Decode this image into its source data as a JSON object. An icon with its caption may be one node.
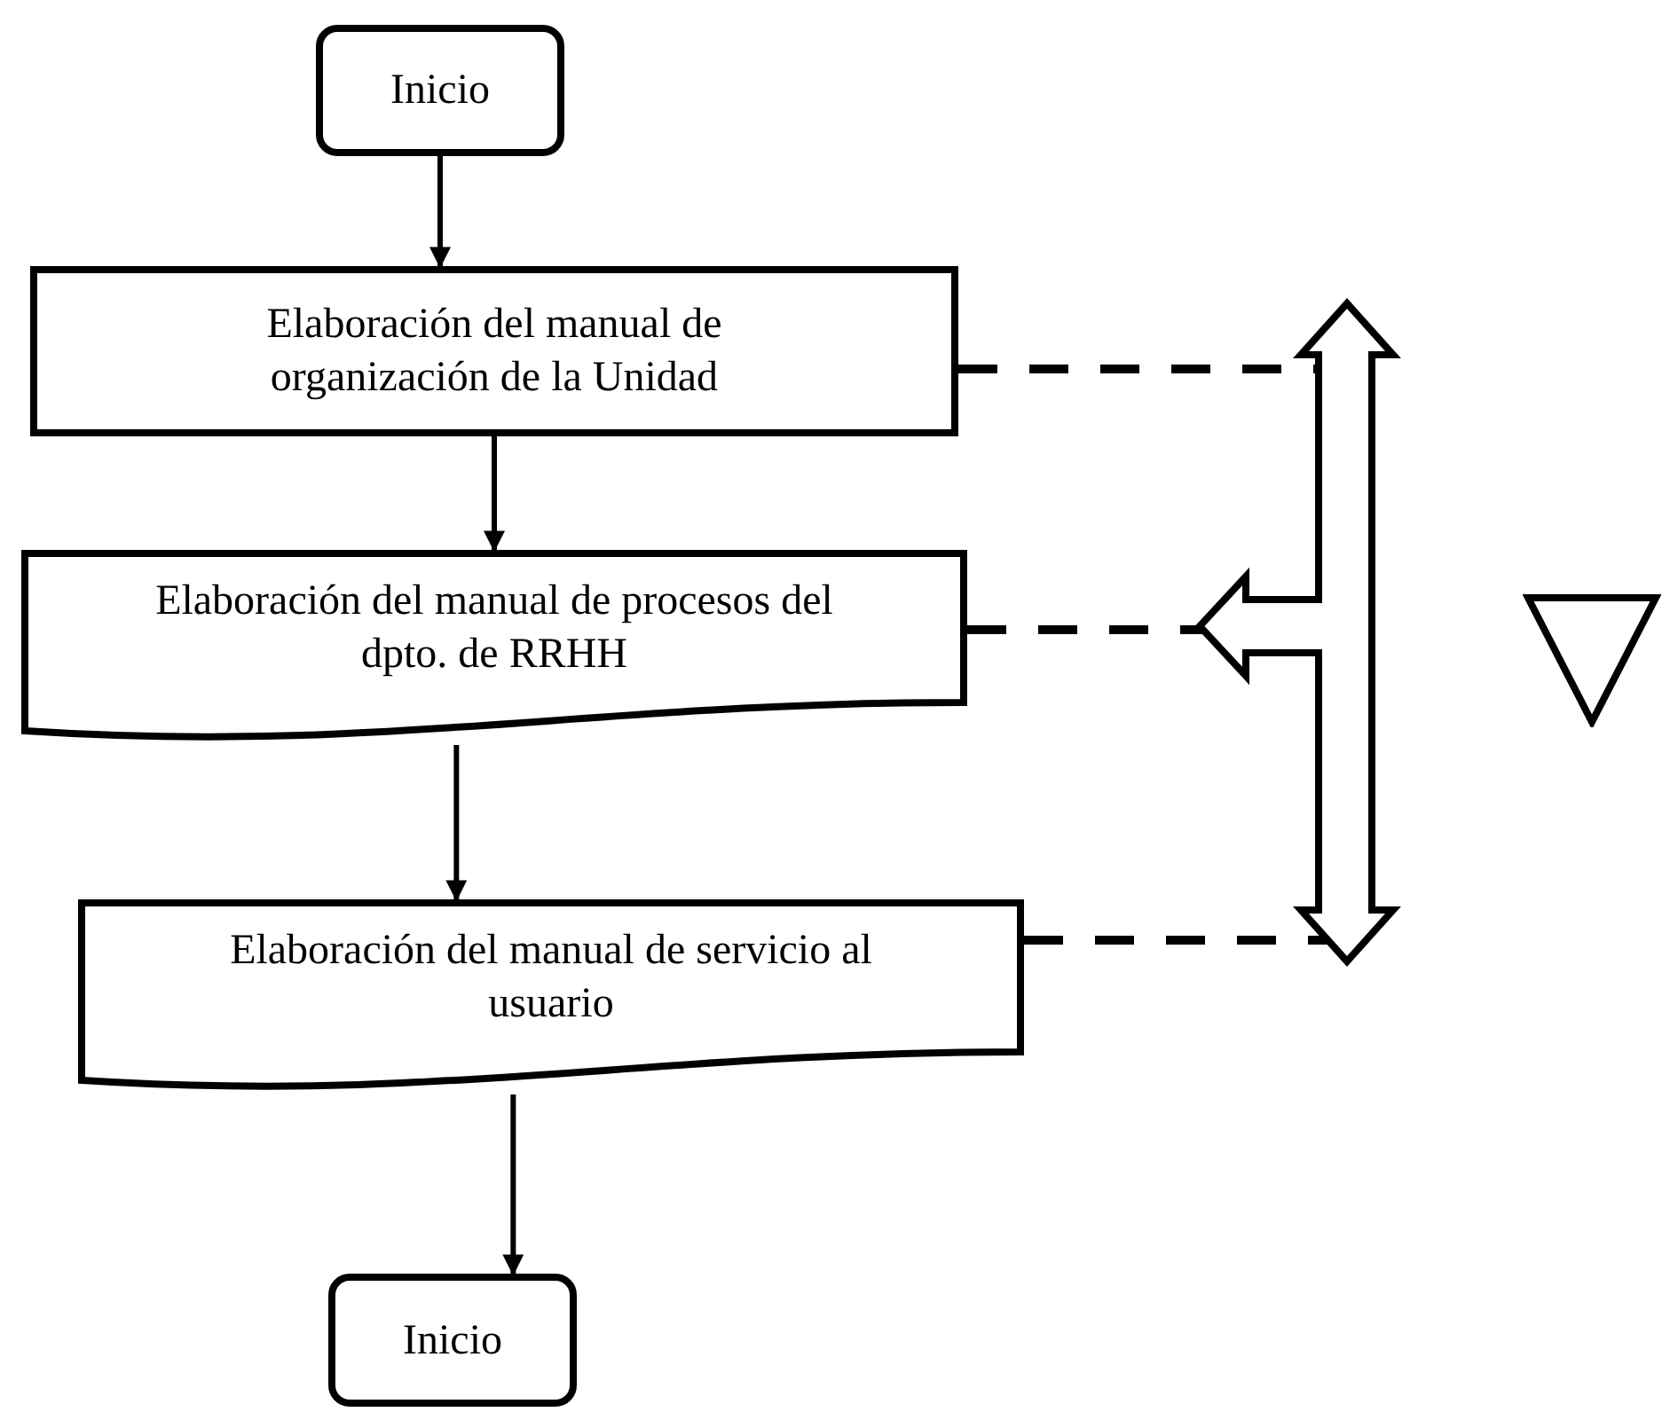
{
  "diagram": {
    "nodes": [
      {
        "text": [
          "Inicio"
        ]
      },
      {
        "text": [
          "Elaboración del manual de organización de la Unidad"
        ]
      },
      {
        "text": [
          "Elaboración del manual de procesos del dpto. de RRHH"
        ]
      },
      {
        "text": [
          "Elaboración del manual de servicio al usuario"
        ]
      },
      {
        "text": [
          "Inicio"
        ]
      },
      {
        "text": [],
        "shape": "arrow"
      },
      {
        "text": [],
        "shape": "triangle"
      }
    ],
    "edges": [
      {
        "from": 0,
        "to": 1,
        "arrow": "to"
      },
      {
        "from": 1,
        "to": 2,
        "arrow": "to"
      },
      {
        "from": 2,
        "to": 3,
        "arrow": "to"
      },
      {
        "from": 3,
        "to": 4,
        "arrow": "to"
      },
      {
        "from": 1,
        "to": 5,
        "arrow": "none",
        "style": "dashed"
      },
      {
        "from": 2,
        "to": 5,
        "arrow": "none",
        "style": "dashed"
      },
      {
        "from": 3,
        "to": 5,
        "arrow": "none",
        "style": "dashed"
      }
    ]
  }
}
